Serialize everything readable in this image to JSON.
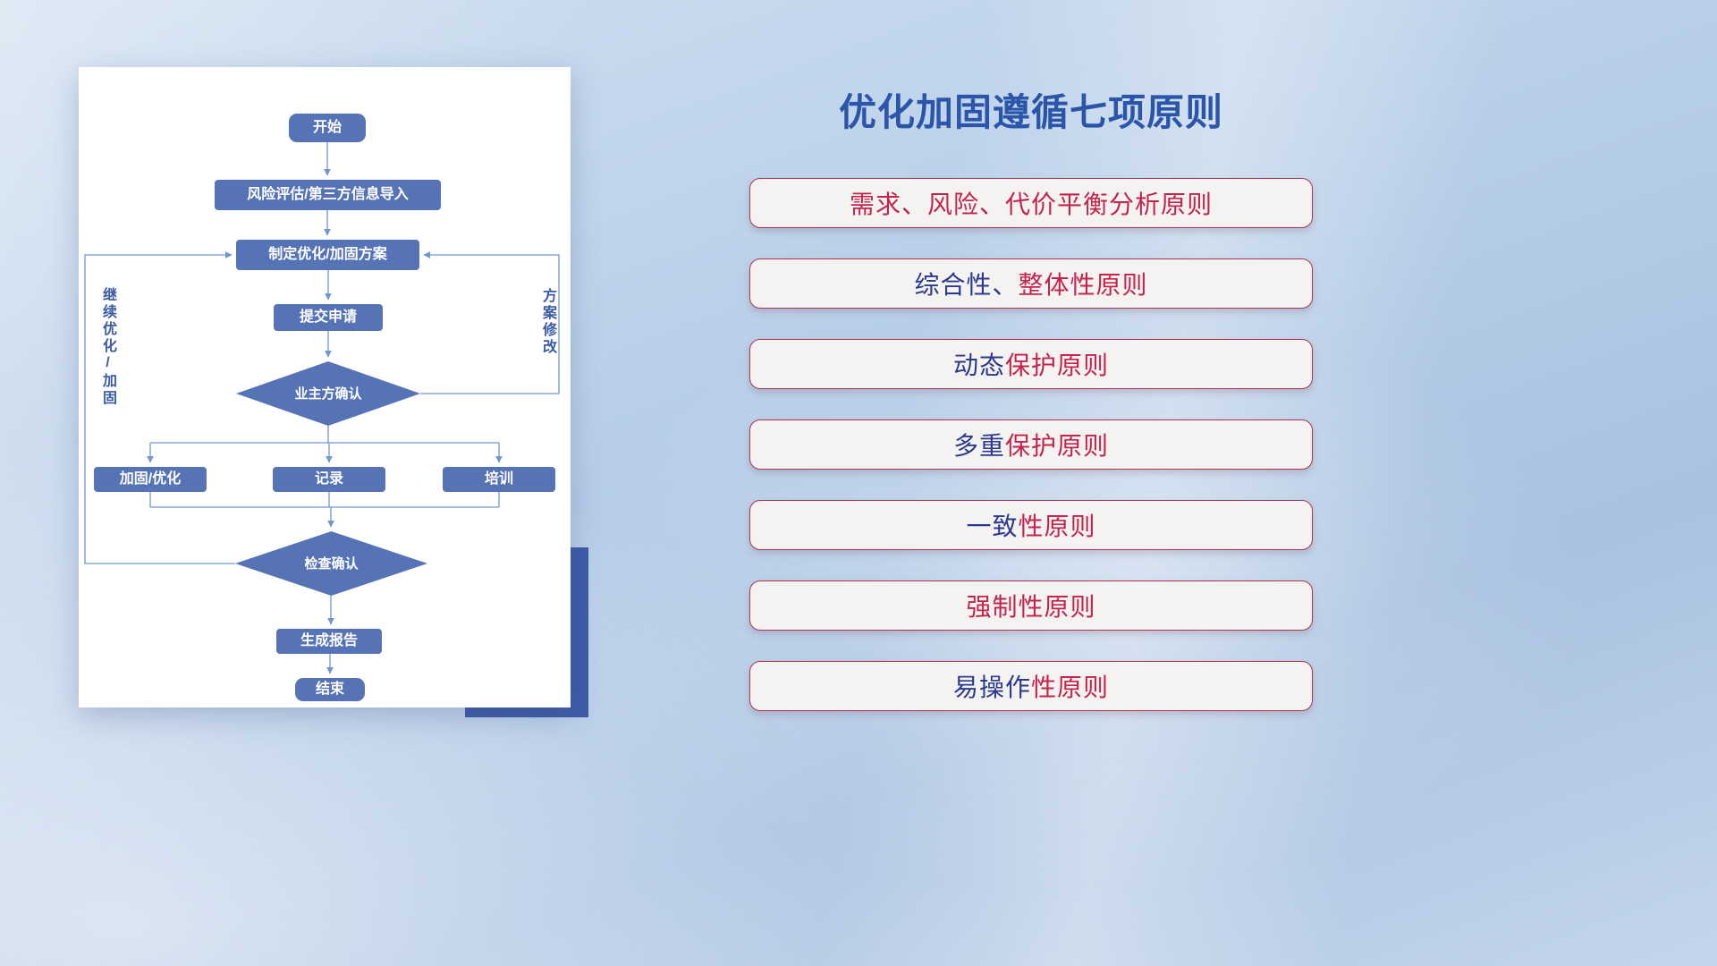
{
  "slide": {
    "title": "优化加固遵循七项原则"
  },
  "colors": {
    "title-blue": "#2b55a8",
    "navy-text": "#2b3a8c",
    "crimson-text": "#c2244c",
    "pill-bg": "#f4f3f1",
    "pill-border": "#a93550",
    "node-fill": "#5674b5",
    "line-blue": "#7096cc",
    "accent-navy": "#3d5ca6",
    "label-navy": "#3b5ba3"
  },
  "flowchart": {
    "nodes": {
      "start": "开始",
      "risk_import": "风险评估/第三方信息导入",
      "make_plan": "制定优化/加固方案",
      "submit": "提交申请",
      "owner_confirm": "业主方确认",
      "reinforce": "加固/优化",
      "record": "记录",
      "training": "培训",
      "check_confirm": "检查确认",
      "report": "生成报告",
      "end": "结束"
    },
    "loop_labels": {
      "left": "继续优化/加固",
      "right": "方案修改"
    }
  },
  "principles": [
    {
      "segments": [
        {
          "text": "需求、风险、代价平衡分析原则",
          "color": "crimson"
        }
      ]
    },
    {
      "segments": [
        {
          "text": "综合性、",
          "color": "navy"
        },
        {
          "text": "整体性原则",
          "color": "crimson"
        }
      ]
    },
    {
      "segments": [
        {
          "text": "动态",
          "color": "navy"
        },
        {
          "text": "保护原则",
          "color": "crimson"
        }
      ]
    },
    {
      "segments": [
        {
          "text": "多重",
          "color": "navy"
        },
        {
          "text": "保护原则",
          "color": "crimson"
        }
      ]
    },
    {
      "segments": [
        {
          "text": "一致",
          "color": "navy"
        },
        {
          "text": "性原则",
          "color": "crimson"
        }
      ]
    },
    {
      "segments": [
        {
          "text": "强制性原则",
          "color": "crimson"
        }
      ]
    },
    {
      "segments": [
        {
          "text": "易操作",
          "color": "navy"
        },
        {
          "text": "性原则",
          "color": "crimson"
        }
      ]
    }
  ]
}
